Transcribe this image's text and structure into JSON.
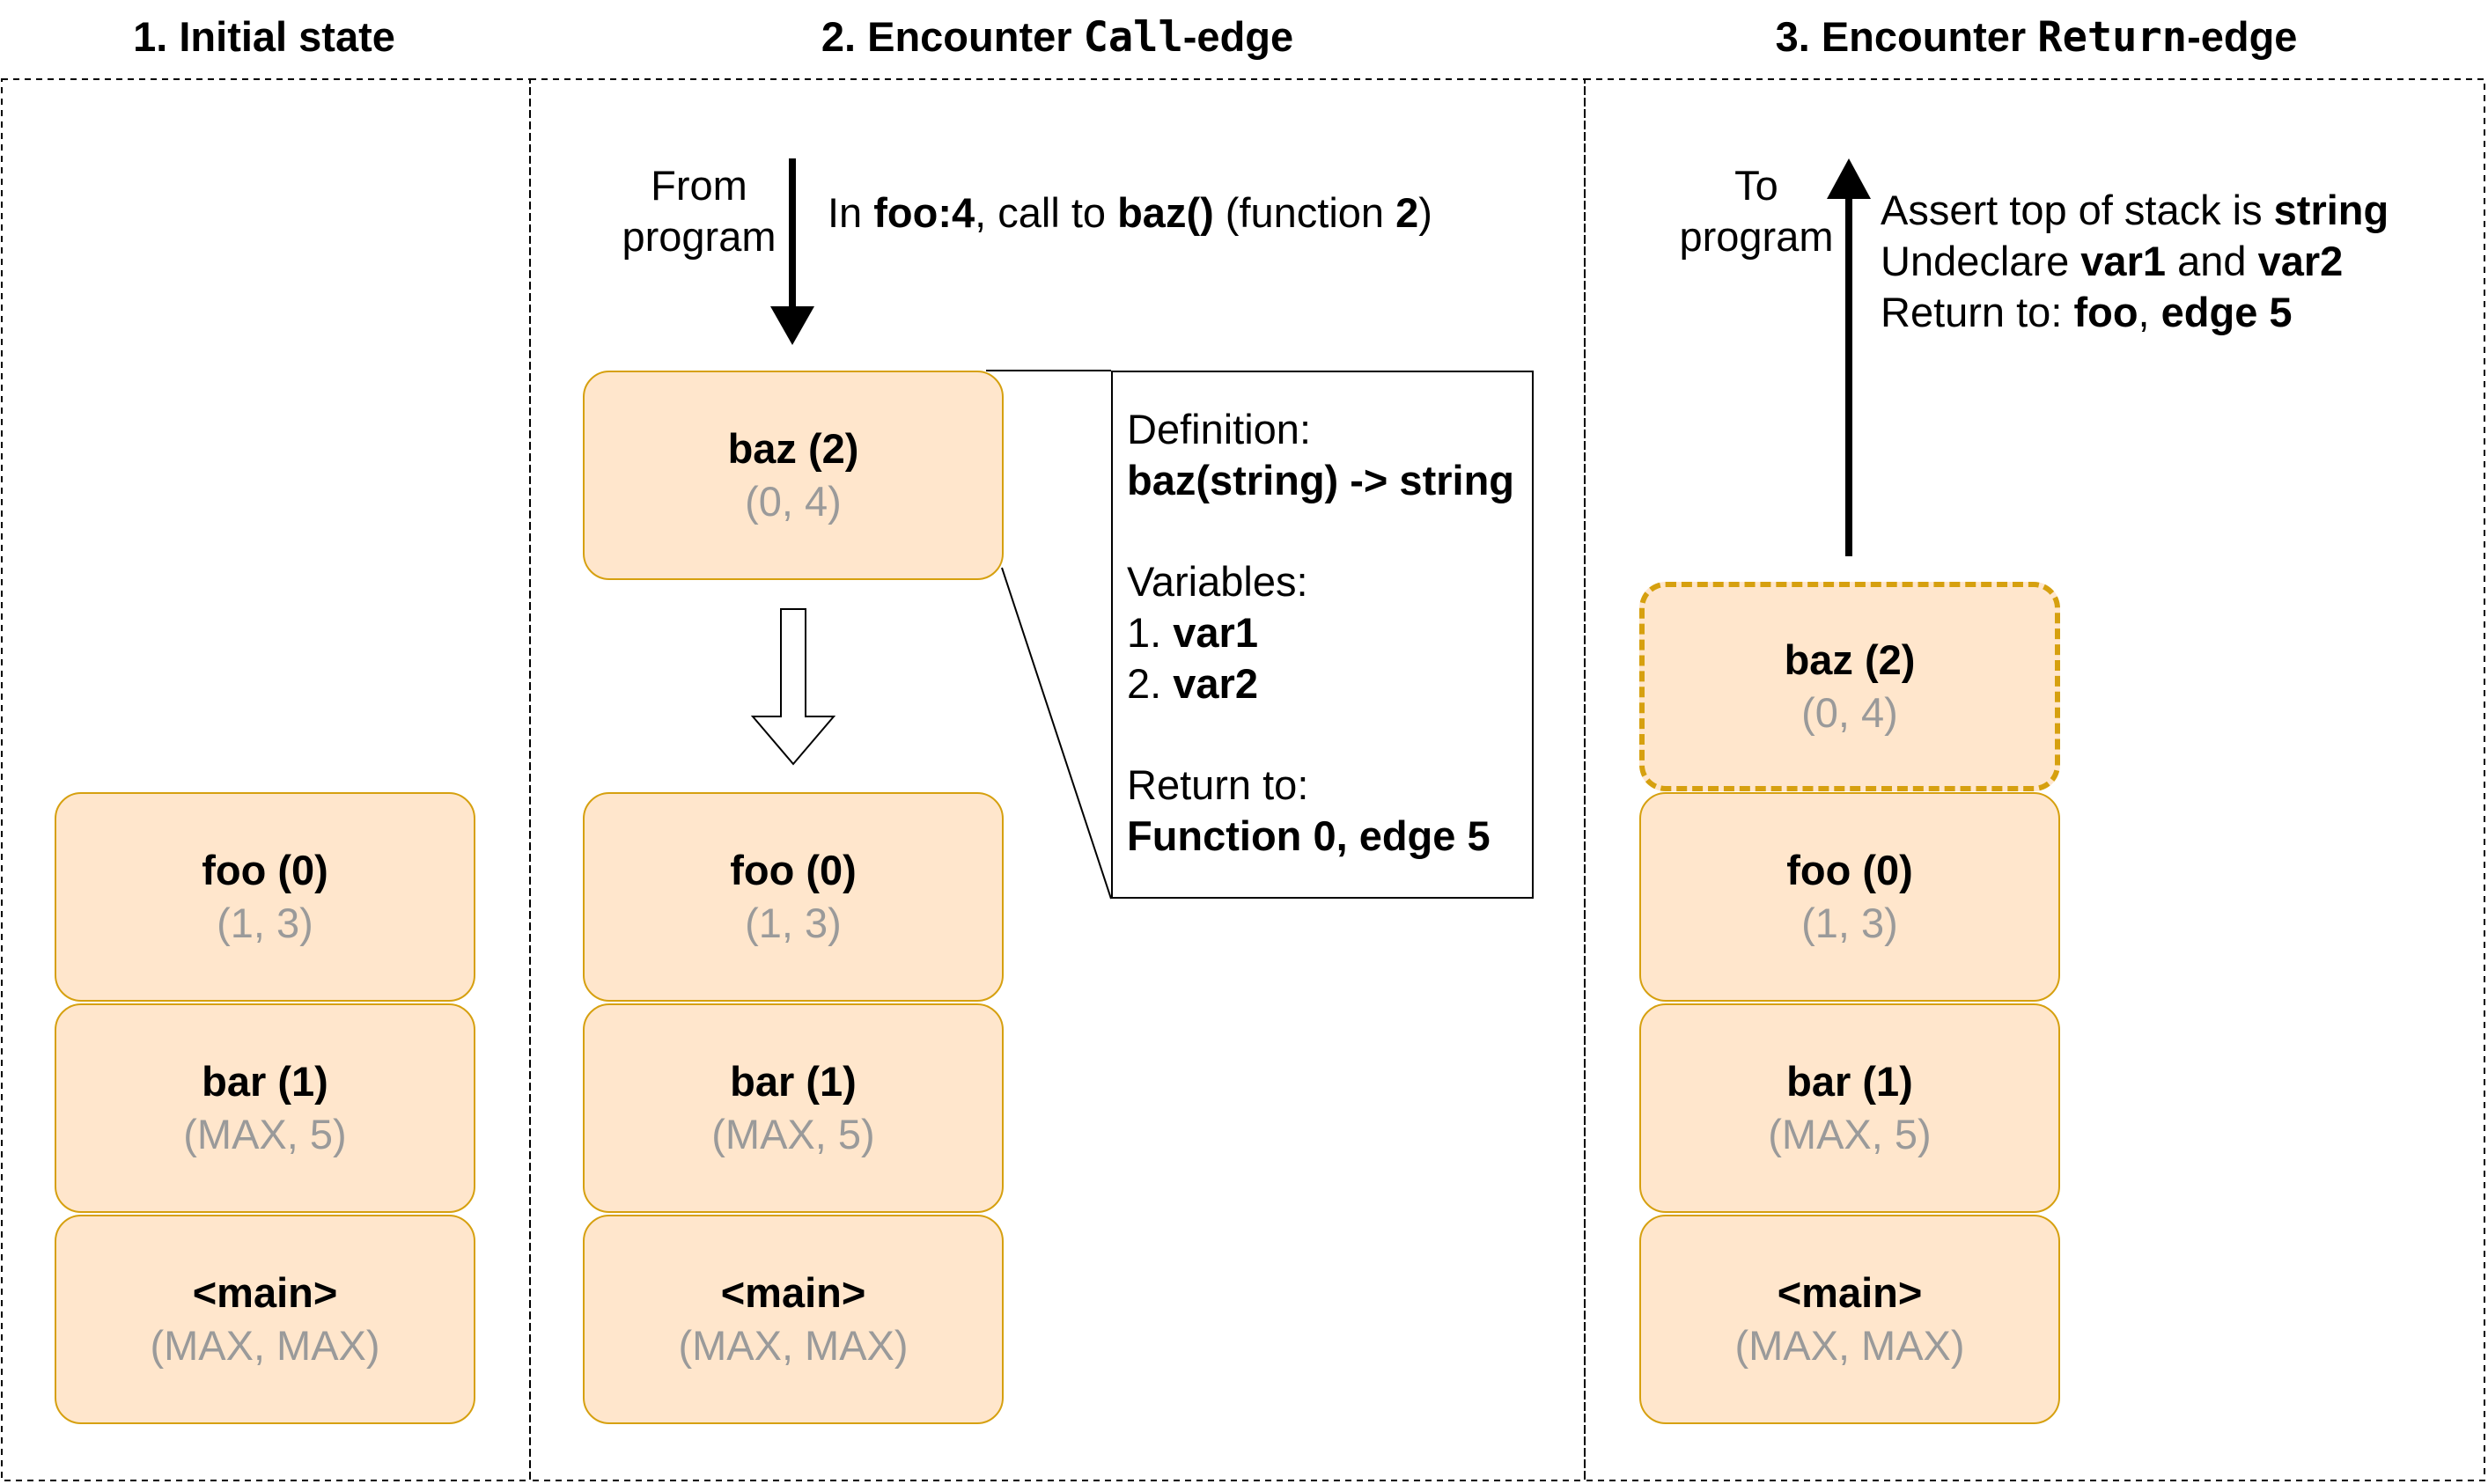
{
  "panels": [
    {
      "title_pre": "1. Initial state",
      "title_code": "",
      "title_post": ""
    },
    {
      "title_pre": "2. Encounter ",
      "title_code": "Call",
      "title_post": "-edge"
    },
    {
      "title_pre": "3. Encounter ",
      "title_code": "Return",
      "title_post": "-edge"
    }
  ],
  "frames": {
    "baz": {
      "name": "baz (2)",
      "values": "(0, 4)"
    },
    "foo": {
      "name": "foo (0)",
      "values": "(1, 3)"
    },
    "bar": {
      "name": "bar (1)",
      "values": "(MAX, 5)"
    },
    "main": {
      "name": "<main>",
      "values": "(MAX, MAX)"
    }
  },
  "call_edge": {
    "from_line1": "From",
    "from_line2": "program",
    "text_pre": "In ",
    "text_loc": "foo:4",
    "text_mid": ", call to ",
    "text_func": "baz()",
    "text_mid2": " (function ",
    "text_num": "2",
    "text_post": ")"
  },
  "callout": {
    "def_label": "Definition:",
    "def_value": "baz(string) -> string",
    "vars_label": "Variables:",
    "var1_num": "1. ",
    "var1": "var1",
    "var2_num": "2. ",
    "var2": "var2",
    "ret_label": "Return to:",
    "ret_value": "Function 0, edge 5"
  },
  "return_edge": {
    "to_line1": "To",
    "to_line2": "program",
    "l1_pre": "Assert top of stack is ",
    "l1_type": "string",
    "l2_pre": "Undeclare ",
    "l2_v1": "var1",
    "l2_mid": " and ",
    "l2_v2": "var2",
    "l3_pre": "Return to: ",
    "l3_func": "foo",
    "l3_mid": ", ",
    "l3_edge": "edge 5"
  }
}
